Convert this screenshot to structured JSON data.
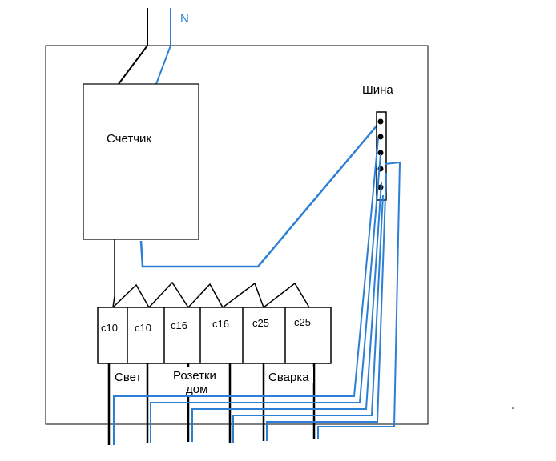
{
  "labels": {
    "neutral": "N",
    "bus": "Шина",
    "meter": "Счетчик",
    "group_light": "Свет",
    "group_sockets_line1": "Розетки",
    "group_sockets_line2": "дом",
    "group_welding": "Сварка"
  },
  "breakers": [
    "c10",
    "c10",
    "c16",
    "c16",
    "c25",
    "c25"
  ],
  "colors": {
    "phase": "#000000",
    "neutral": "#2b7fd4",
    "label_n": "#2b7fd4"
  }
}
